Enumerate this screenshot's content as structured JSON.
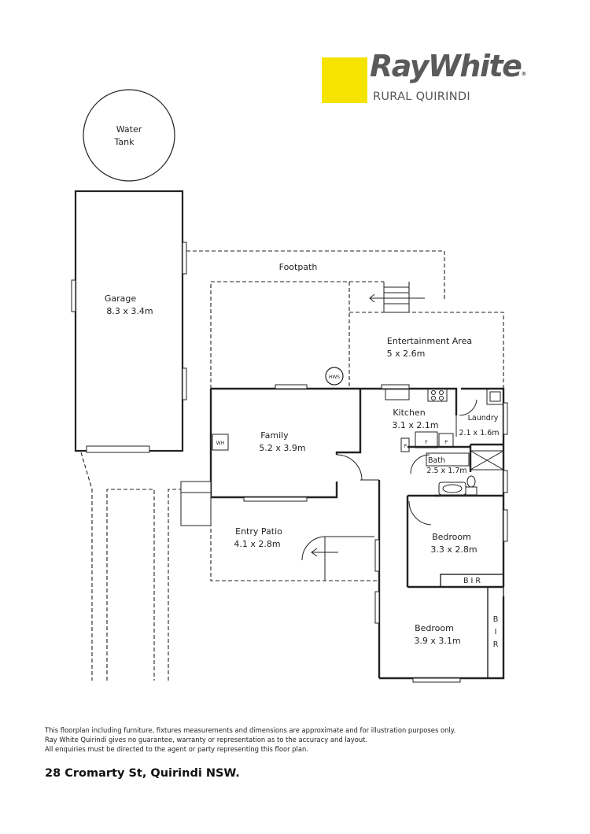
{
  "logo": {
    "name": "RayWhite",
    "mark": "®",
    "sub": "RURAL QUIRINDI",
    "brand_yellow": "#f5e300",
    "text_grey": "#5a5a5a"
  },
  "labels": {
    "water_tank": [
      "Water",
      "Tank"
    ],
    "footpath": "Footpath",
    "hws": "HWS",
    "wh": "WH",
    "pantry_left": "P",
    "pantry_right": "P",
    "fridge": "F",
    "bir_bottom": "B I R",
    "bir_side": [
      "B",
      "I",
      "R"
    ]
  },
  "rooms": {
    "garage": {
      "name": "Garage",
      "size": "8.3 x 3.4m"
    },
    "entertainment": {
      "name": "Entertainment Area",
      "size": "5 x 2.6m"
    },
    "kitchen": {
      "name": "Kitchen",
      "size": "3.1 x 2.1m"
    },
    "laundry": {
      "name": "Laundry",
      "size": "2.1 x 1.6m"
    },
    "family": {
      "name": "Family",
      "size": "5.2 x 3.9m"
    },
    "bath": {
      "name": "Bath",
      "size": "2.5 x 1.7m"
    },
    "entry_patio": {
      "name": "Entry Patio",
      "size": "4.1 x 2.8m"
    },
    "bedroom1": {
      "name": "Bedroom",
      "size": "3.3 x 2.8m"
    },
    "bedroom2": {
      "name": "Bedroom",
      "size": "3.9 x 3.1m"
    }
  },
  "disclaimer": [
    "This floorplan including furniture, fixtures measurements and dimensions are approximate and for illustration purposes only.",
    "Ray White Quirindi gives no guarantee, warranty or representation as to the accuracy and layout.",
    "All enquiries must be directed to the agent or party representing this floor plan."
  ],
  "address": "28 Cromarty St, Quirindi NSW."
}
